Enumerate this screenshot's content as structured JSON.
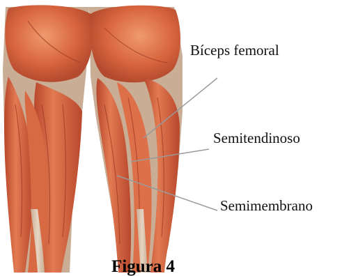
{
  "figure": {
    "labels": {
      "biceps_femoral": "Bíceps femoral",
      "semitendinoso": "Semitendinoso",
      "semimembrano": "Semimembrano"
    },
    "caption": "Figura 4"
  },
  "colors": {
    "muscle_base": "#cf5a3a",
    "muscle_dark": "#a8402a",
    "muscle_light": "#e8865d",
    "tendon": "#d8c2ac",
    "leader_line": "#9a9a9a",
    "background": "#ffffff"
  }
}
